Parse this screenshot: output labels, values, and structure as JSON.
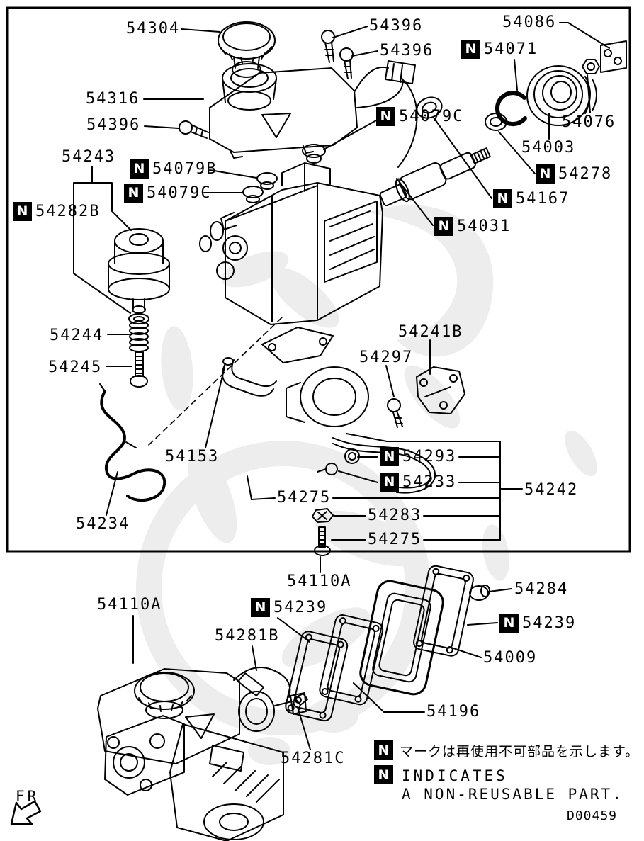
{
  "colors": {
    "line": "#000000",
    "background": "#ffffff",
    "watermark": "#ededed",
    "badge_bg": "#000000",
    "badge_fg": "#ffffff"
  },
  "badge_char": "N",
  "fr_label": "FR",
  "drawing_code": "D00459",
  "legend": {
    "jp": "マークは再使用不可部品を示します。",
    "en1": "INDICATES",
    "en2": "A NON-REUSABLE PART."
  },
  "labels": [
    {
      "text": "54304",
      "badge": false
    },
    {
      "text": "54396",
      "badge": false
    },
    {
      "text": "54396",
      "badge": false
    },
    {
      "text": "54086",
      "badge": false
    },
    {
      "text": "54071",
      "badge": true
    },
    {
      "text": "54079C",
      "badge": true
    },
    {
      "text": "54076",
      "badge": false
    },
    {
      "text": "54003",
      "badge": false
    },
    {
      "text": "54278",
      "badge": true
    },
    {
      "text": "54167",
      "badge": true
    },
    {
      "text": "54031",
      "badge": true
    },
    {
      "text": "54316",
      "badge": false
    },
    {
      "text": "54396",
      "badge": false
    },
    {
      "text": "54243",
      "badge": false
    },
    {
      "text": "54282B",
      "badge": true
    },
    {
      "text": "54079B",
      "badge": true
    },
    {
      "text": "54079C",
      "badge": true
    },
    {
      "text": "54244",
      "badge": false
    },
    {
      "text": "54245",
      "badge": false
    },
    {
      "text": "54241B",
      "badge": false
    },
    {
      "text": "54297",
      "badge": false
    },
    {
      "text": "54153",
      "badge": false
    },
    {
      "text": "54234",
      "badge": false
    },
    {
      "text": "54293",
      "badge": true
    },
    {
      "text": "54233",
      "badge": true
    },
    {
      "text": "54242",
      "badge": false
    },
    {
      "text": "54275",
      "badge": false
    },
    {
      "text": "54283",
      "badge": false
    },
    {
      "text": "54275",
      "badge": false
    },
    {
      "text": "54110A",
      "badge": false
    },
    {
      "text": "54239",
      "badge": true
    },
    {
      "text": "54281B",
      "badge": false
    },
    {
      "text": "54284",
      "badge": false
    },
    {
      "text": "54239",
      "badge": true
    },
    {
      "text": "54009",
      "badge": false
    },
    {
      "text": "54196",
      "badge": false
    },
    {
      "text": "54281C",
      "badge": false
    },
    {
      "text": "54110A",
      "badge": false
    }
  ]
}
